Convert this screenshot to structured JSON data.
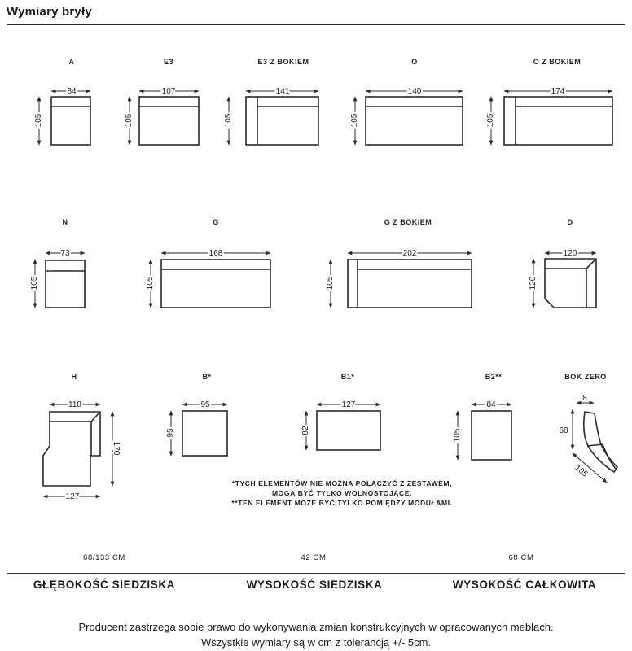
{
  "header": {
    "title": "Wymiary bryły"
  },
  "modules": [
    {
      "label": "A",
      "width": "84",
      "height": "105"
    },
    {
      "label": "E3",
      "width": "107",
      "height": "105"
    },
    {
      "label": "E3 Z BOKIEM",
      "width": "141",
      "height": "105"
    },
    {
      "label": "O",
      "width": "140",
      "height": "105"
    },
    {
      "label": "O Z BOKIEM",
      "width": "174",
      "height": "105"
    },
    {
      "label": "N",
      "width": "73",
      "height": "105"
    },
    {
      "label": "G",
      "width": "168",
      "height": "105"
    },
    {
      "label": "G Z BOKIEM",
      "width": "202",
      "height": "105"
    },
    {
      "label": "D",
      "width": "120",
      "height": "120"
    },
    {
      "label": "H",
      "width_top": "118",
      "width_bottom": "127",
      "height": "170"
    },
    {
      "label": "B*",
      "width": "95",
      "height": "95"
    },
    {
      "label": "B1*",
      "width": "127",
      "height": "82"
    },
    {
      "label": "B2**",
      "width": "84",
      "height": "105"
    },
    {
      "label": "BOK ZERO",
      "width": "8",
      "height": "68",
      "length": "105"
    }
  ],
  "notes": [
    "*TYCH ELEMENTÓW NIE MOŻNA POŁĄCZYĆ Z ZESTAWEM,",
    "MOGĄ BYĆ TYLKO WOLNOSTOJĄCE.",
    "**TEN ELEMENT MOŻE BYĆ TYLKO POMIĘDZY MODUŁAMI."
  ],
  "measurements": [
    {
      "value": "68/133 CM",
      "category": "GŁĘBOKOŚĆ SIEDZISKA"
    },
    {
      "value": "42 CM",
      "category": "WYSOKOŚĆ SIEDZISKA"
    },
    {
      "value": "68 CM",
      "category": "WYSOKOŚĆ CAŁKOWITA"
    }
  ],
  "footer": {
    "line1": "Producent zastrzega sobie prawo do wykonywania zmian konstrukcyjnych w opracowanych meblach.",
    "line2": "Wszystkie wymiary są w cm z tolerancją +/- 5cm."
  }
}
